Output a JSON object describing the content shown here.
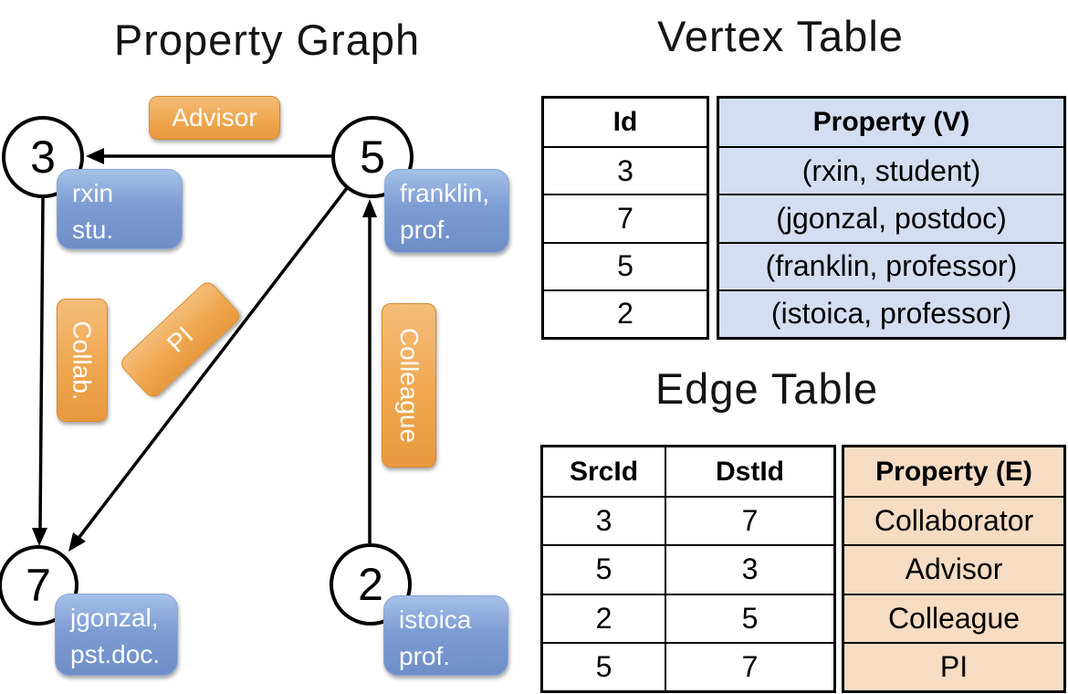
{
  "colors": {
    "blue-light": "#a6c1e8",
    "blue-mid": "#7d9cd3",
    "blue-dark": "#6e8ec8",
    "blue-border": "#8aa6d8",
    "orange-light": "#f5bd78",
    "orange-mid": "#efa74f",
    "orange-dark": "#e9993e",
    "orange-border": "#d9892f",
    "vertex-fill": "#d3def2",
    "edge-fill": "#f6dcc3"
  },
  "graph": {
    "title": "Property Graph",
    "nodes": {
      "n3": "3",
      "n5": "5",
      "n7": "7",
      "n2": "2"
    },
    "vertex_boxes": {
      "v3": {
        "line1": "rxin",
        "line2": "stu."
      },
      "v5": {
        "line1": "franklin,",
        "line2": "prof."
      },
      "v7": {
        "line1": "jgonzal,",
        "line2": "pst.doc."
      },
      "v2": {
        "line1": "istoica",
        "line2": "prof."
      }
    },
    "edge_labels": {
      "advisor": "Advisor",
      "collab": "Collab.",
      "pi": "PI",
      "colleague": "Colleague"
    }
  },
  "vertex_table": {
    "title": "Vertex Table",
    "columns": {
      "id": "Id",
      "property": "Property (V)"
    },
    "rows": [
      {
        "id": "3",
        "property": "(rxin, student)"
      },
      {
        "id": "7",
        "property": "(jgonzal, postdoc)"
      },
      {
        "id": "5",
        "property": "(franklin, professor)"
      },
      {
        "id": "2",
        "property": "(istoica, professor)"
      }
    ]
  },
  "edge_table": {
    "title": "Edge Table",
    "columns": {
      "src": "SrcId",
      "dst": "DstId",
      "property": "Property (E)"
    },
    "rows": [
      {
        "src": "3",
        "dst": "7",
        "property": "Collaborator"
      },
      {
        "src": "5",
        "dst": "3",
        "property": "Advisor"
      },
      {
        "src": "2",
        "dst": "5",
        "property": "Colleague"
      },
      {
        "src": "5",
        "dst": "7",
        "property": "PI"
      }
    ]
  }
}
